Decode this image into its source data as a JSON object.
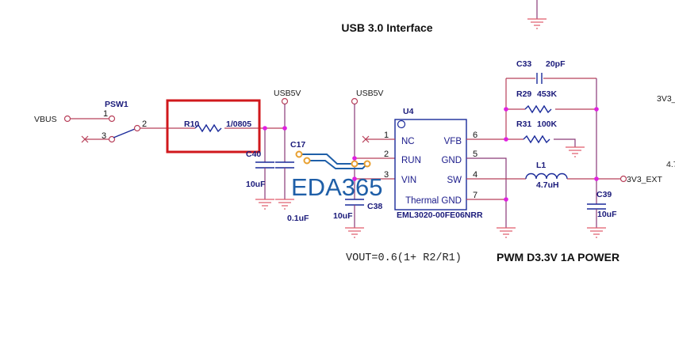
{
  "title": "USB 3.0 Interface",
  "footer": {
    "formula": "VOUT=0.6(1+ R2/R1)",
    "section_title": "PWM D3.3V 1A POWER"
  },
  "watermark": "EDA365",
  "nets": {
    "vbus": "VBUS",
    "usb5v_a": "USB5V",
    "usb5v_b": "USB5V",
    "out": "3V3_EXT",
    "edge_right": "3V3_",
    "edge_right2": "4.7"
  },
  "switch": {
    "ref": "PSW1",
    "pin1": "1",
    "pin2": "2",
    "pin3": "3"
  },
  "components": {
    "r10": {
      "ref": "R10",
      "value": "1/0805"
    },
    "c40": {
      "ref": "C40",
      "value": "10uF"
    },
    "c17": {
      "ref": "C17",
      "value": "0.1uF"
    },
    "c38": {
      "ref": "C38",
      "value": "10uF"
    },
    "c33": {
      "ref": "C33",
      "value": "20pF"
    },
    "r29": {
      "ref": "R29",
      "value": "453K"
    },
    "r31": {
      "ref": "R31",
      "value": "100K"
    },
    "l1": {
      "ref": "L1",
      "value": "4.7uH"
    },
    "c39": {
      "ref": "C39",
      "value": "10uF"
    }
  },
  "u4": {
    "ref": "U4",
    "part": "EML3020-00FE06NRR",
    "pins": [
      {
        "num": "1",
        "name": "NC"
      },
      {
        "num": "2",
        "name": "RUN"
      },
      {
        "num": "3",
        "name": "VIN"
      },
      {
        "num": "6",
        "name": "VFB"
      },
      {
        "num": "5",
        "name": "GND"
      },
      {
        "num": "4",
        "name": "SW"
      },
      {
        "num": "7",
        "name": "Thermal GND"
      }
    ]
  },
  "colors": {
    "wire": "#b8405a",
    "component": "#1a2a9a",
    "junction": "#e020e0",
    "highlight": "#d0181c",
    "watermark": "#1f5fa8"
  }
}
